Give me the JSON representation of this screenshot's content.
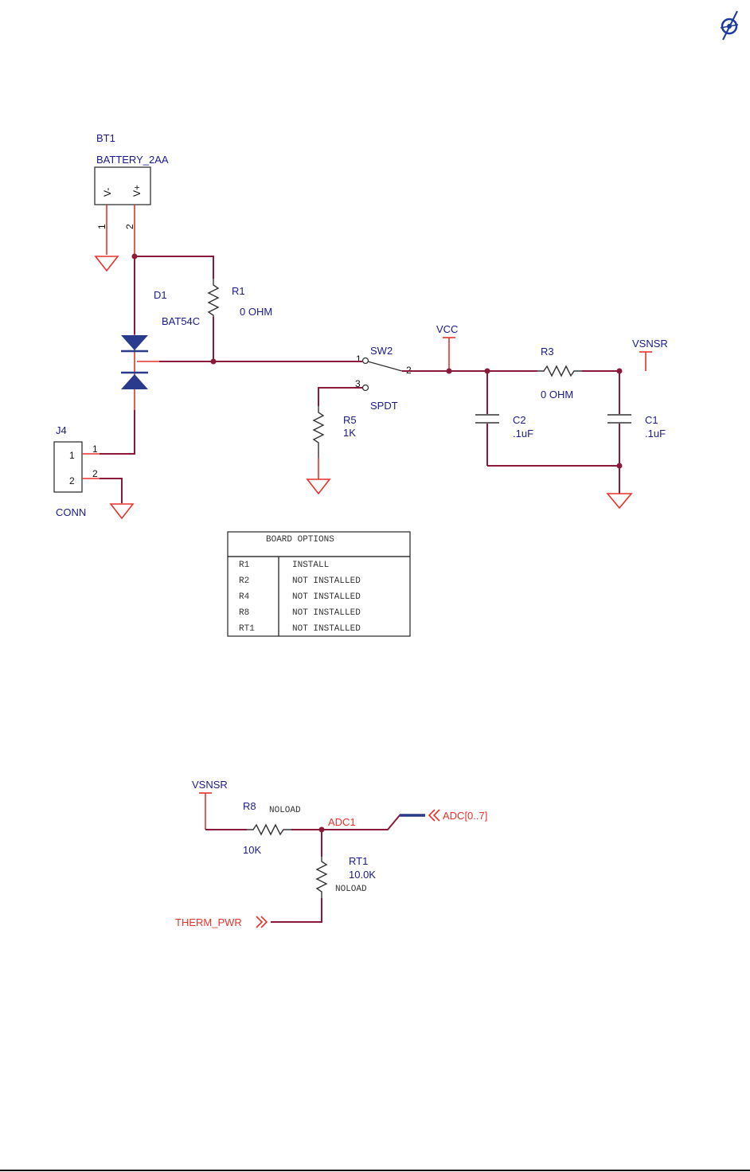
{
  "bt1": {
    "ref": "BT1",
    "value": "BATTERY_2AA",
    "pin_neg": "V-",
    "pin_pos": "V+",
    "pin1": "1",
    "pin2": "2"
  },
  "d1": {
    "ref": "D1",
    "value": "BAT54C"
  },
  "r1": {
    "ref": "R1",
    "value": "0 OHM"
  },
  "sw2": {
    "ref": "SW2",
    "value": "SPDT",
    "pin1": "1",
    "pin2": "2",
    "pin3": "3"
  },
  "vcc": "VCC",
  "r3": {
    "ref": "R3",
    "value": "0 OHM"
  },
  "vsnsr": "VSNSR",
  "r5": {
    "ref": "R5",
    "value": "1K"
  },
  "c2": {
    "ref": "C2",
    "value": ".1uF"
  },
  "c1": {
    "ref": "C1",
    "value": ".1uF"
  },
  "j4": {
    "ref": "J4",
    "value": "CONN",
    "pin1": "1",
    "pin2": "2"
  },
  "board_options": {
    "title": "BOARD OPTIONS",
    "rows": [
      {
        "ref": "R1",
        "status": "INSTALL"
      },
      {
        "ref": "R2",
        "status": "NOT INSTALLED"
      },
      {
        "ref": "R4",
        "status": "NOT INSTALLED"
      },
      {
        "ref": "R8",
        "status": "NOT INSTALLED"
      },
      {
        "ref": "RT1",
        "status": "NOT INSTALLED"
      }
    ]
  },
  "thermistor": {
    "vsnsr": "VSNSR",
    "r8": {
      "ref": "R8",
      "value": "10K",
      "note": "NOLOAD"
    },
    "adc1": "ADC1",
    "adc_bus": "ADC[0..7]",
    "rt1": {
      "ref": "RT1",
      "value": "10.0K",
      "note": "NOLOAD"
    },
    "therm_pwr": "THERM_PWR"
  },
  "colors": {
    "wire": "#8b1a3a",
    "symbol": "#e8322b",
    "label": "#1a1a8c",
    "component_fill": "#2a3a8c"
  },
  "logo_icon": "compass-logo-icon"
}
